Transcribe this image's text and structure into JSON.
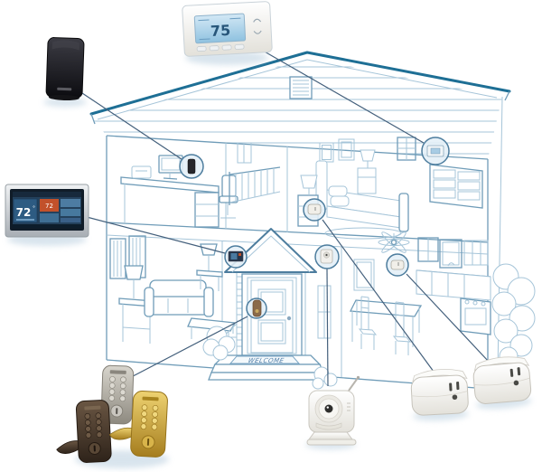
{
  "products": {
    "wall_thermostat": {
      "name": "programmable-thermostat",
      "display_temp": "75"
    },
    "gateway_hub": {
      "name": "black-gateway-module"
    },
    "touchscreen_panel": {
      "name": "color-touchscreen-thermostat",
      "display_temp": "72",
      "degree_symbol": "°",
      "tile_temp": "72"
    },
    "door_locks": {
      "name": "keypad-entry-locks",
      "finishes": [
        "satin-nickel",
        "aged-bronze",
        "bright-brass"
      ]
    },
    "camera": {
      "name": "wireless-security-camera"
    },
    "smart_plugs": {
      "name": "plug-in-lamp-modules",
      "count": 2
    }
  },
  "house": {
    "welcome_mat_text": "WELCOME",
    "rooms": [
      "office",
      "hallway",
      "bedroom",
      "living-room",
      "entry",
      "kitchen-dining"
    ],
    "device_spots": [
      {
        "room": "office",
        "device": "gateway-hub",
        "location": "desk"
      },
      {
        "room": "bedroom",
        "device": "wall-thermostat",
        "location": "wall"
      },
      {
        "room": "bedroom",
        "device": "plug-in-module",
        "location": "nightstand"
      },
      {
        "room": "living-room",
        "device": "touchscreen-thermostat",
        "location": "wall"
      },
      {
        "room": "entry",
        "device": "keypad-lock",
        "location": "front-door"
      },
      {
        "room": "entry",
        "device": "camera",
        "location": "wall"
      },
      {
        "room": "kitchen-dining",
        "device": "plug-in-module",
        "location": "wall-outlet"
      }
    ]
  },
  "connections": [
    {
      "from": "programmable-thermostat",
      "to": "bedroom-wall-spot"
    },
    {
      "from": "black-gateway-module",
      "to": "office-desk-spot"
    },
    {
      "from": "color-touchscreen-thermostat",
      "to": "living-room-wall-spot"
    },
    {
      "from": "keypad-entry-locks",
      "to": "front-door-spot"
    },
    {
      "from": "wireless-security-camera",
      "to": "entry-wall-spot"
    },
    {
      "from": "plug-in-module-left",
      "to": "bedroom-nightstand-spot"
    },
    {
      "from": "plug-in-module-right",
      "to": "kitchen-wall-spot"
    }
  ],
  "colors": {
    "house_line": "#9cc0d6",
    "house_outline": "#1e6f95",
    "connector_line": "#44607c",
    "lcd_screen": "#a8cfe8",
    "touchscreen_bg": "#24415c",
    "touchscreen_accent": "#c2512b",
    "lock_nickel": "#b5b1a8",
    "lock_bronze": "#4a3a2c",
    "lock_brass": "#c9a13b"
  }
}
